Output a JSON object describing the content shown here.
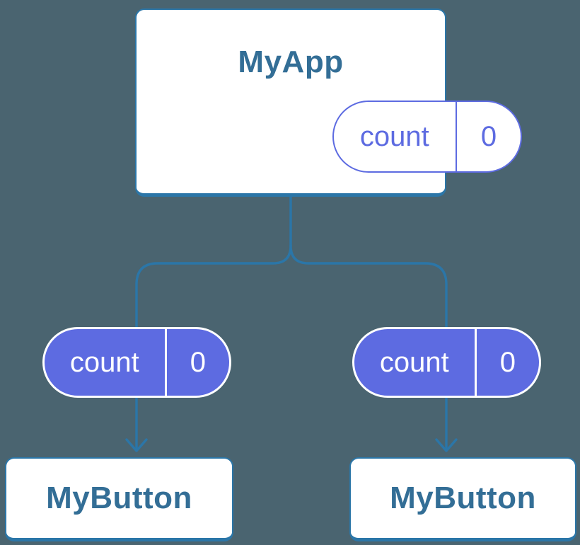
{
  "colors": {
    "background": "#4a6470",
    "connector": "#2b76a8",
    "box_border": "#2b76a8",
    "box_text": "#336e96",
    "pill_purple": "#5d6be1",
    "pill_text_light": "#ffffff",
    "box_bg": "#ffffff"
  },
  "diagram": {
    "type": "component-tree",
    "root": {
      "label": "MyApp",
      "state": {
        "key": "count",
        "value": "0"
      }
    },
    "children": [
      {
        "label": "MyButton",
        "prop": {
          "key": "count",
          "value": "0"
        }
      },
      {
        "label": "MyButton",
        "prop": {
          "key": "count",
          "value": "0"
        }
      }
    ]
  }
}
